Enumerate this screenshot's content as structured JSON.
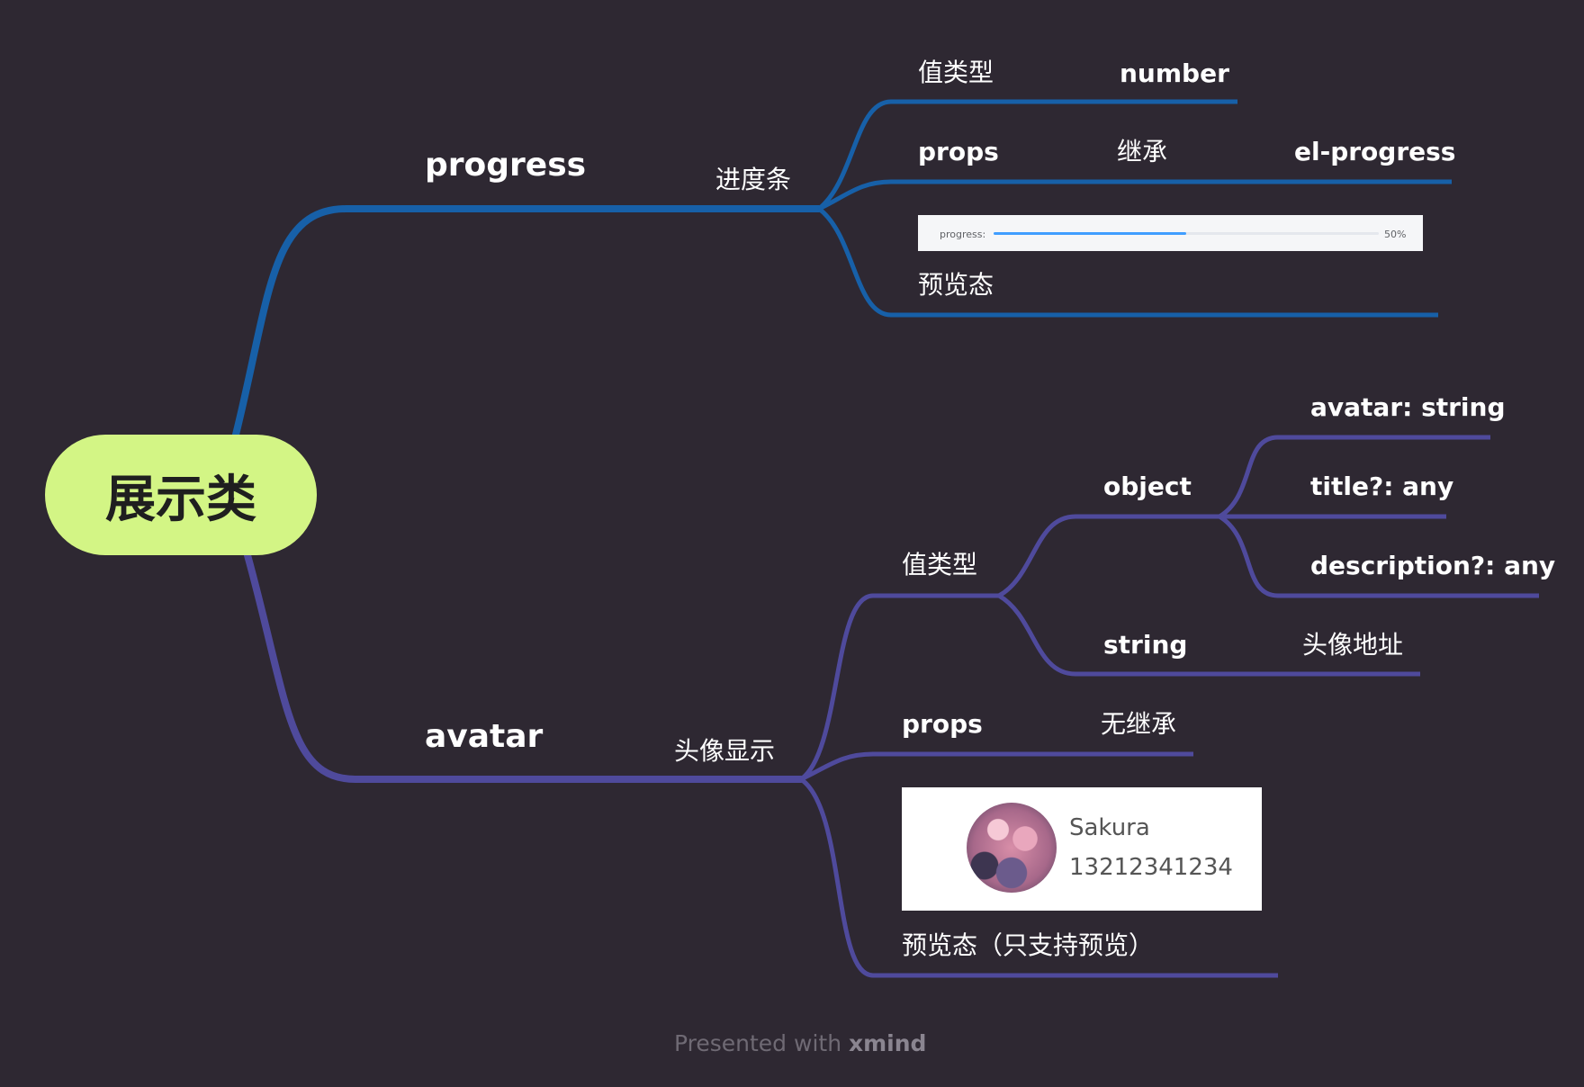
{
  "colors": {
    "background": "#2e2832",
    "root_fill": "#d3f585",
    "branch_progress": "#1760a8",
    "branch_avatar": "#4f4a9c"
  },
  "root": {
    "label": "展示类"
  },
  "progress": {
    "label": "progress",
    "desc": "进度条",
    "value_type": {
      "label": "值类型",
      "value": "number"
    },
    "props": {
      "label": "props",
      "relation": "继承",
      "target": "el-progress"
    },
    "preview": {
      "label": "预览态",
      "bar_label": "progress:",
      "percent_text": "50%",
      "percent": 0.5
    }
  },
  "avatar": {
    "label": "avatar",
    "desc": "头像显示",
    "value_type": {
      "label": "值类型",
      "object": {
        "label": "object",
        "fields": [
          "avatar: string",
          "title?: any",
          "description?: any"
        ]
      },
      "string": {
        "label": "string",
        "desc": "头像地址"
      }
    },
    "props": {
      "label": "props",
      "relation": "无继承"
    },
    "preview": {
      "label": "预览态（只支持预览）",
      "name": "Sakura",
      "phone": "13212341234"
    }
  },
  "footer": {
    "prefix": "Presented with",
    "brand": "xmind"
  }
}
